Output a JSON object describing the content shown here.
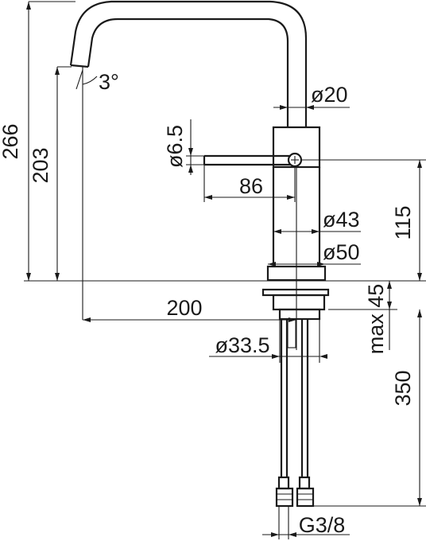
{
  "dimensions": {
    "total_height": "266",
    "spout_height": "203",
    "spout_angle": "3°",
    "spout_reach": "200",
    "spout_diameter": "ø20",
    "lever_diameter": "ø6.5",
    "lever_length": "86",
    "body_diameter": "ø43",
    "base_diameter": "ø50",
    "body_height": "115",
    "max_deck_thickness": "max 45",
    "shank_diameter": "ø33.5",
    "hose_length": "350",
    "connection_thread": "G3/8"
  }
}
